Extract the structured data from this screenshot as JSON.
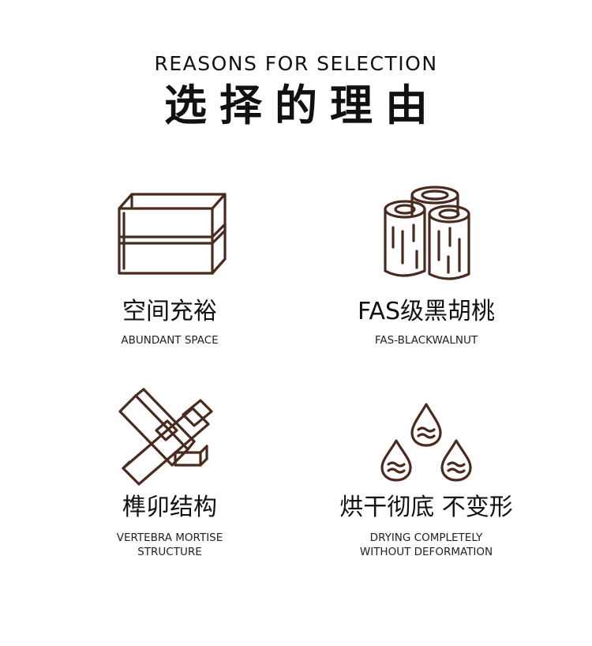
{
  "header": {
    "title_en": "REASONS FOR SELECTION",
    "title_zh": "选择的理由"
  },
  "colors": {
    "icon_stroke": "#4a2a1f",
    "text": "#111111",
    "background": "#ffffff"
  },
  "features": [
    {
      "icon": "wooden-box-icon",
      "title": "空间充裕",
      "subtitle_line1": "ABUNDANT SPACE"
    },
    {
      "icon": "wood-logs-icon",
      "title": "FAS级黑胡桃",
      "subtitle_line1": "FAS-BLACKWALNUT"
    },
    {
      "icon": "mortise-joint-icon",
      "title": "榫卯结构",
      "subtitle_line1": "VERTEBRA MORTISE",
      "subtitle_line2": "STRUCTURE"
    },
    {
      "icon": "water-drops-icon",
      "title": "烘干彻底 不变形",
      "subtitle_line1": "DRYING COMPLETELY",
      "subtitle_line2": "WITHOUT DEFORMATION"
    }
  ]
}
